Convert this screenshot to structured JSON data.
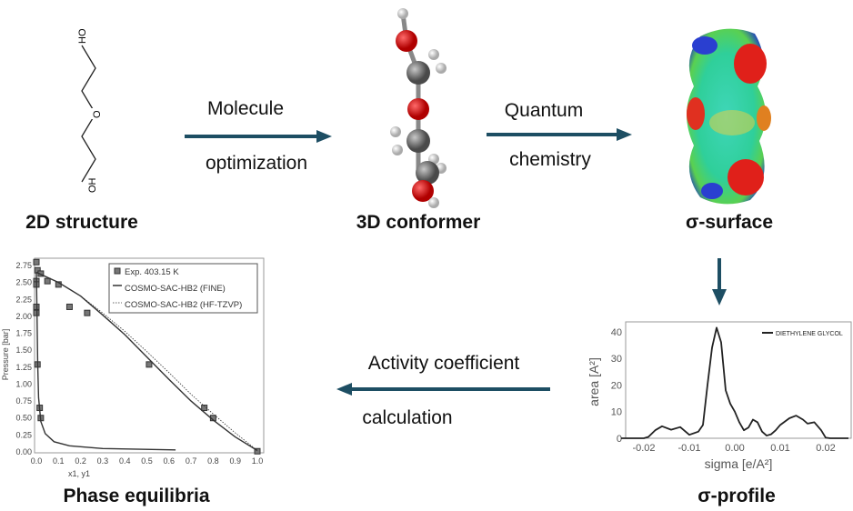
{
  "stages": {
    "structure2d": "2D structure",
    "conformer3d": "3D conformer",
    "sigma_surface": "σ-surface",
    "sigma_profile": "σ-profile",
    "phase": "Phase equilibria"
  },
  "steps": {
    "mol1": "Molecule",
    "mol2": "optimization",
    "qc1": "Quantum",
    "qc2": "chemistry",
    "act1": "Activity coefficient",
    "act2": "calculation"
  },
  "molecule_labels": {
    "oh_top": "HO",
    "o_mid": "O",
    "oh_bottom": "OH"
  },
  "colors": {
    "arrow": "#1d4e63"
  },
  "chart_data": [
    {
      "type": "line",
      "title": "",
      "xlabel": "x1, y1",
      "ylabel": "Pressure [bar]",
      "xlim": [
        0,
        1
      ],
      "ylim": [
        0,
        2.8
      ],
      "xticks": [
        "0.0",
        "0.1",
        "0.2",
        "0.3",
        "0.4",
        "0.5",
        "0.6",
        "0.7",
        "0.8",
        "0.9",
        "1.0"
      ],
      "yticks": [
        "0.00",
        "0.25",
        "0.50",
        "0.75",
        "1.00",
        "1.25",
        "1.50",
        "1.75",
        "2.00",
        "2.25",
        "2.50",
        "2.75"
      ],
      "legend": [
        "Exp. 403.15 K",
        "COSMO-SAC-HB2 (FINE)",
        "COSMO-SAC-HB2 (HF-TZVP)"
      ],
      "legend_position": "top-right",
      "series": [
        {
          "name": "Exp. 403.15 K",
          "kind": "markers",
          "points": [
            [
              0,
              2.8
            ],
            [
              0.005,
              2.68
            ],
            [
              0.02,
              2.63
            ],
            [
              0.05,
              2.52
            ],
            [
              0.1,
              2.47
            ],
            [
              0.15,
              2.14
            ],
            [
              0.23,
              2.05
            ],
            [
              0.51,
              1.29
            ],
            [
              0.76,
              0.65
            ],
            [
              0.8,
              0.5
            ],
            [
              1.0,
              0.01
            ],
            [
              0,
              2.52
            ],
            [
              0,
              2.47
            ],
            [
              0,
              2.14
            ],
            [
              0,
              2.05
            ],
            [
              0.005,
              1.29
            ],
            [
              0.015,
              0.65
            ],
            [
              0.02,
              0.5
            ]
          ]
        },
        {
          "name": "COSMO-SAC-HB2 (FINE)",
          "kind": "solid",
          "points": [
            [
              0,
              2.65
            ],
            [
              0.1,
              2.5
            ],
            [
              0.2,
              2.3
            ],
            [
              0.3,
              2.02
            ],
            [
              0.4,
              1.73
            ],
            [
              0.5,
              1.4
            ],
            [
              0.6,
              1.07
            ],
            [
              0.7,
              0.75
            ],
            [
              0.8,
              0.47
            ],
            [
              0.9,
              0.22
            ],
            [
              1,
              0.02
            ]
          ]
        },
        {
          "name": "COSMO-SAC-HB2 (FINE) dew",
          "kind": "solid",
          "points": [
            [
              0,
              2.65
            ],
            [
              0.003,
              2.0
            ],
            [
              0.006,
              1.3
            ],
            [
              0.01,
              0.8
            ],
            [
              0.02,
              0.45
            ],
            [
              0.04,
              0.27
            ],
            [
              0.08,
              0.15
            ],
            [
              0.15,
              0.09
            ],
            [
              0.3,
              0.05
            ],
            [
              0.63,
              0.03
            ]
          ]
        },
        {
          "name": "COSMO-SAC-HB2 (HF-TZVP)",
          "kind": "dotted",
          "points": [
            [
              0,
              2.65
            ],
            [
              0.1,
              2.5
            ],
            [
              0.2,
              2.3
            ],
            [
              0.3,
              2.05
            ],
            [
              0.4,
              1.78
            ],
            [
              0.5,
              1.48
            ],
            [
              0.6,
              1.17
            ],
            [
              0.7,
              0.85
            ],
            [
              0.8,
              0.56
            ],
            [
              0.9,
              0.28
            ],
            [
              1,
              0.02
            ]
          ]
        }
      ]
    },
    {
      "type": "line",
      "title": "",
      "xlabel": "sigma [e/A²]",
      "ylabel": "area [A²]",
      "xlim": [
        -0.025,
        0.025
      ],
      "ylim": [
        0,
        43
      ],
      "xticks": [
        "-0.02",
        "-0.01",
        "0.00",
        "0.01",
        "0.02"
      ],
      "yticks": [
        "0",
        "10",
        "20",
        "30",
        "40"
      ],
      "legend": [
        "DIETHYLENE GLYCOL"
      ],
      "legend_position": "top-right",
      "series": [
        {
          "name": "DIETHYLENE GLYCOL",
          "points": [
            [
              -0.025,
              0
            ],
            [
              -0.02,
              0
            ],
            [
              -0.019,
              0.5
            ],
            [
              -0.0175,
              3
            ],
            [
              -0.016,
              4.5
            ],
            [
              -0.014,
              3.2
            ],
            [
              -0.012,
              4.2
            ],
            [
              -0.01,
              1.3
            ],
            [
              -0.008,
              2.5
            ],
            [
              -0.007,
              5
            ],
            [
              -0.006,
              20
            ],
            [
              -0.005,
              34
            ],
            [
              -0.004,
              41.5
            ],
            [
              -0.003,
              36
            ],
            [
              -0.002,
              18
            ],
            [
              -0.001,
              13
            ],
            [
              0,
              10
            ],
            [
              0.001,
              6
            ],
            [
              0.002,
              3
            ],
            [
              0.003,
              4
            ],
            [
              0.004,
              7
            ],
            [
              0.005,
              6
            ],
            [
              0.006,
              2.5
            ],
            [
              0.007,
              1
            ],
            [
              0.008,
              1.5
            ],
            [
              0.009,
              3
            ],
            [
              0.01,
              5
            ],
            [
              0.012,
              7.5
            ],
            [
              0.0135,
              8.5
            ],
            [
              0.015,
              7
            ],
            [
              0.016,
              5.5
            ],
            [
              0.0175,
              6
            ],
            [
              0.019,
              3
            ],
            [
              0.02,
              0.2
            ],
            [
              0.021,
              0
            ],
            [
              0.025,
              0
            ]
          ]
        }
      ]
    }
  ]
}
